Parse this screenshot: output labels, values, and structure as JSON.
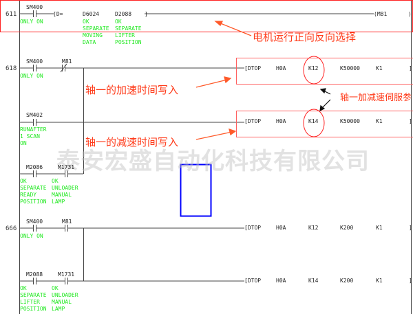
{
  "watermark": "泰安宏盛自动化科技有限公司",
  "colors": {
    "comment": "#1ee81e",
    "annotation": "#ff3b1a",
    "highlight_box": "#ff0000",
    "selection": "#0000ff"
  },
  "rungs": [
    {
      "step": "611",
      "contacts": [
        {
          "device": "SM400",
          "comment": [
            "ONLY ON"
          ]
        }
      ],
      "compare": {
        "op": "[D=",
        "s1": "D6024",
        "s1_comment": [
          "OK",
          "SEPARATE",
          "MOVING",
          "DATA"
        ],
        "s2": "D2088",
        "s2_comment": [
          "OK",
          "SEPARATE",
          "LIFTER",
          "POSITION"
        ],
        "close": "]"
      },
      "coil": "(M81",
      "coil_close": ")"
    },
    {
      "step": "618",
      "contacts": [
        {
          "device": "SM400",
          "comment": [
            "ONLY ON"
          ]
        },
        {
          "device": "M81",
          "comment": []
        }
      ],
      "instr": {
        "op": "[DTOP",
        "a": "H0A",
        "b": "K12",
        "c": "K50000",
        "d": "K1",
        "close": "]"
      }
    },
    {
      "contacts": [
        {
          "device": "SM402",
          "comment": [
            "RUNAFTER",
            "1 SCAN",
            "ON"
          ]
        }
      ],
      "instr": {
        "op": "[DTOP",
        "a": "H0A",
        "b": "K14",
        "c": "K50000",
        "d": "K1",
        "close": "]"
      }
    },
    {
      "contacts": [
        {
          "device": "M2086",
          "comment": [
            "OK",
            "SEPARATE",
            "READY",
            "POSITION"
          ]
        },
        {
          "device": "M1731",
          "comment": [
            "OK",
            "UNLOADER",
            "MANUAL",
            "LAMP"
          ]
        }
      ]
    },
    {
      "step": "666",
      "contacts": [
        {
          "device": "SM400",
          "comment": [
            "ONLY ON"
          ]
        },
        {
          "device": "M81",
          "comment": []
        }
      ],
      "instr": {
        "op": "[DTOP",
        "a": "H0A",
        "b": "K12",
        "c": "K200",
        "d": "K1",
        "close": "]"
      }
    },
    {
      "contacts": [
        {
          "device": "M2088",
          "comment": [
            "OK",
            "SEPARATE",
            "LIFTER",
            "POSITION"
          ]
        },
        {
          "device": "M1731",
          "comment": [
            "OK",
            "UNLOADER",
            "MANUAL",
            "LAMP"
          ]
        }
      ],
      "instr": {
        "op": "[DTOP",
        "a": "H0A",
        "b": "K14",
        "c": "K200",
        "d": "K1",
        "close": "]"
      }
    }
  ],
  "annotations": {
    "direction": "电机运行正向反向选择",
    "accel": "轴一的加速时间写入",
    "decel": "轴一的减速时间写入",
    "servo": "轴一加减速伺服参"
  }
}
